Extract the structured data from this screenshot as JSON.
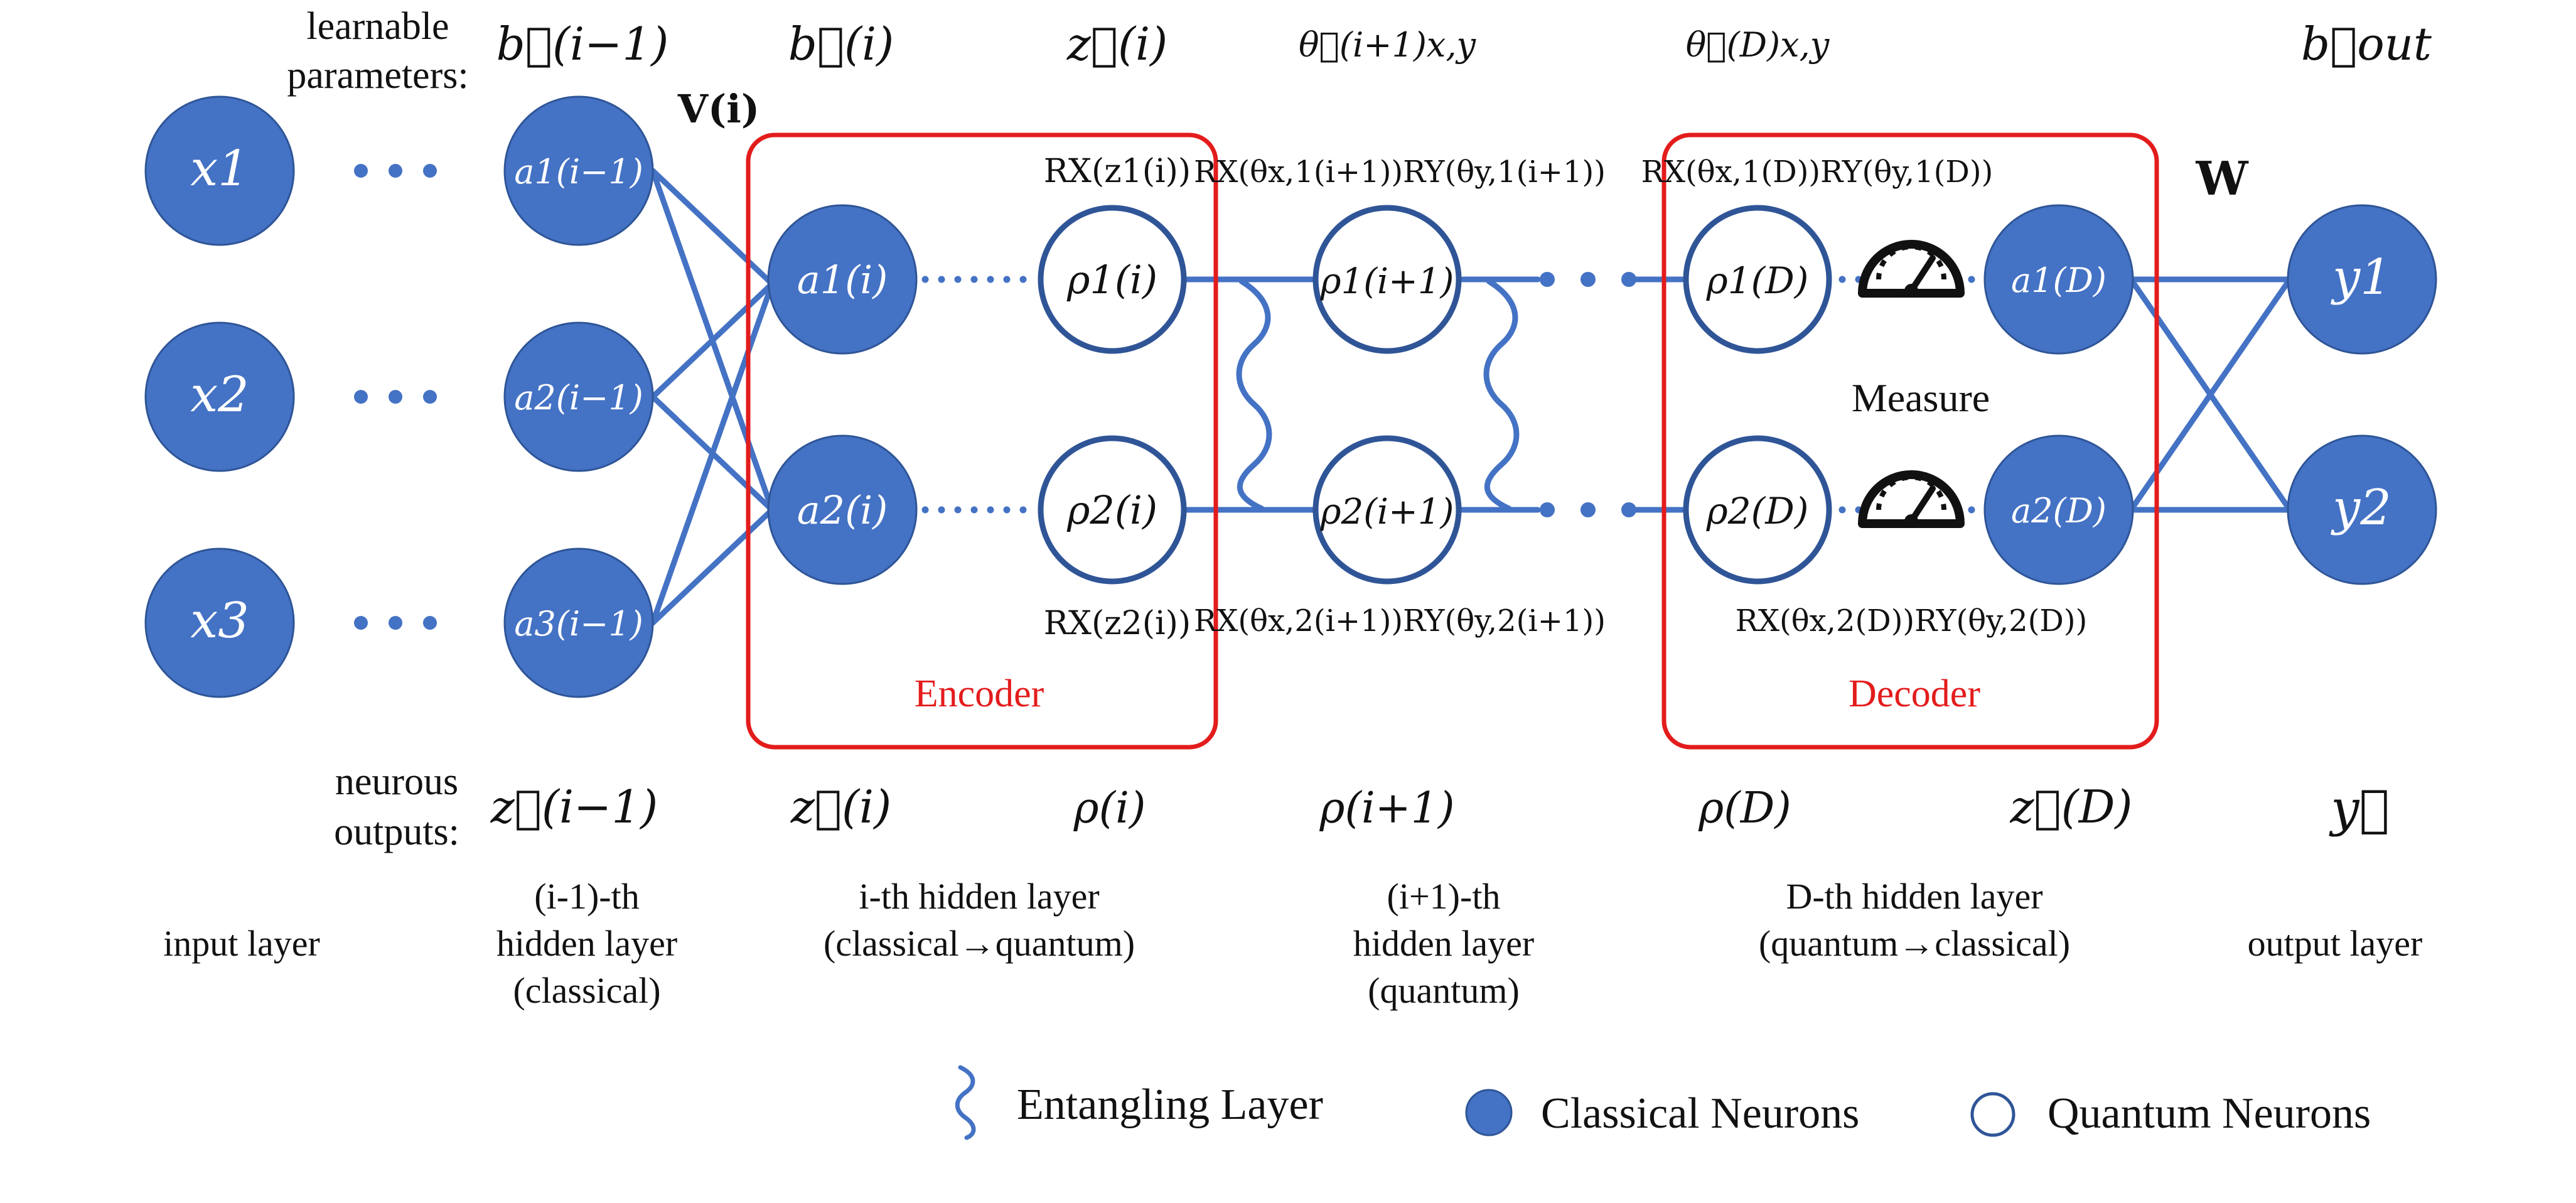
{
  "colors": {
    "neuron_fill": "#4472C4",
    "neuron_stroke": "#2F5597",
    "quantum_stroke": "#2F5597",
    "edge": "#4472C4",
    "box": "#E31C1C",
    "text": "#111111"
  },
  "header": {
    "learnable_line1": "learnable",
    "learnable_line2": "parameters:",
    "neurous_line1": "neurous",
    "neurous_line2": "outputs:"
  },
  "params": {
    "b_prev": "b⃗(i−1)",
    "v_i": "V(i)",
    "b_i": "b⃗(i)",
    "z_i": "z⃗(i)",
    "theta_next": "θ⃗(i+1)x,y",
    "theta_D": "θ⃗(D)x,y",
    "w": "W",
    "b_out": "b⃗out"
  },
  "outputs": {
    "z_prev": "z⃗(i−1)",
    "z_i": "z⃗(i)",
    "rho_i": "ρ(i)",
    "rho_next": "ρ(i+1)",
    "rho_D": "ρ(D)",
    "z_D": "z⃗(D)",
    "y": "y⃗"
  },
  "gates": {
    "rx_z1": "RX(z1(i))",
    "rx_z2": "RX(z2(i))",
    "rxry_next_1": "RX(θx,1(i+1))RY(θy,1(i+1))",
    "rxry_next_2": "RX(θx,2(i+1))RY(θy,2(i+1))",
    "rxry_D_1": "RX(θx,1(D))RY(θy,1(D))",
    "rxry_D_2": "RX(θx,2(D))RY(θy,2(D))"
  },
  "neurons": {
    "x1": "x1",
    "x2": "x2",
    "x3": "x3",
    "a_prev_1": "a1(i−1)",
    "a_prev_2": "a2(i−1)",
    "a_prev_3": "a3(i−1)",
    "a_i_1": "a1(i)",
    "a_i_2": "a2(i)",
    "rho_i_1": "ρ1(i)",
    "rho_i_2": "ρ2(i)",
    "rho_next_1": "ρ1(i+1)",
    "rho_next_2": "ρ2(i+1)",
    "rho_D_1": "ρ1(D)",
    "rho_D_2": "ρ2(D)",
    "a_D_1": "a1(D)",
    "a_D_2": "a2(D)",
    "y1": "y1",
    "y2": "y2"
  },
  "boxes": {
    "encoder": "Encoder",
    "decoder": "Decoder",
    "measure": "Measure"
  },
  "layers": {
    "input": "input layer",
    "prev_1": "(i-1)-th",
    "prev_2": "hidden layer",
    "prev_3": "(classical)",
    "ith_1": "i-th hidden layer",
    "ith_2": "(classical→quantum)",
    "next_1": "(i+1)-th",
    "next_2": "hidden layer",
    "next_3": "(quantum)",
    "dth_1": "D-th hidden layer",
    "dth_2": "(quantum→classical)",
    "output": "output layer"
  },
  "legend": {
    "entangling": "Entangling Layer",
    "classical": "Classical Neurons",
    "quantum": "Quantum Neurons"
  }
}
